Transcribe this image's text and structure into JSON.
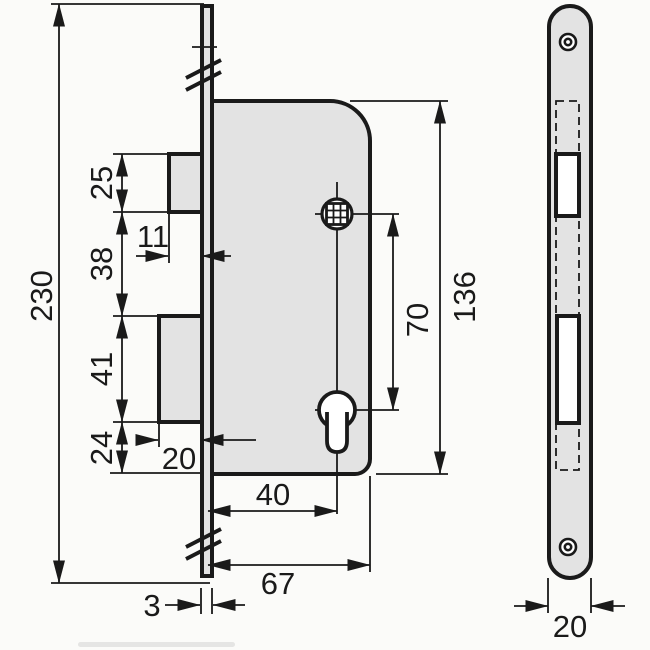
{
  "dims": {
    "overall_height": "230",
    "latch_height": "25",
    "latch_projection": "11",
    "latch_to_bolt_gap": "38",
    "bolt_height": "41",
    "bolt_to_body_bottom": "24",
    "bolt_throw": "20",
    "backset": "40",
    "body_depth": "67",
    "faceplate_thickness": "3",
    "spindle_to_cylinder": "70",
    "body_height": "136",
    "faceplate_width": "20"
  },
  "colors": {
    "line": "#1a1a1a",
    "metal": "#e3e3e3",
    "paper": "#fbfbf9"
  }
}
